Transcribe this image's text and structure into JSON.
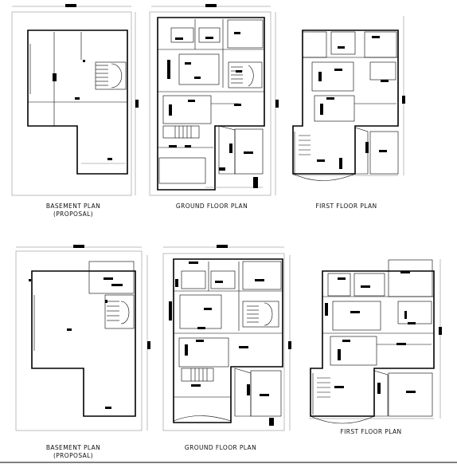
{
  "plans": [
    {
      "id": "basement-top",
      "label_line1": "BASEMENT PLAN",
      "label_line2": "(PROPOSAL)"
    },
    {
      "id": "ground-top",
      "label_line1": "GROUND FLOOR PLAN",
      "label_line2": ""
    },
    {
      "id": "first-top",
      "label_line1": "FIRST FLOOR PLAN",
      "label_line2": ""
    },
    {
      "id": "basement-bottom",
      "label_line1": "BASEMENT PLAN",
      "label_line2": "(PROPOSAL)"
    },
    {
      "id": "ground-bottom",
      "label_line1": "GROUND FLOOR PLAN",
      "label_line2": ""
    },
    {
      "id": "first-bottom",
      "label_line1": "FIRST FLOOR PLAN",
      "label_line2": ""
    }
  ],
  "colors": {
    "line": "#000000",
    "dimension": "#7a7a7a",
    "background": "#ffffff"
  }
}
